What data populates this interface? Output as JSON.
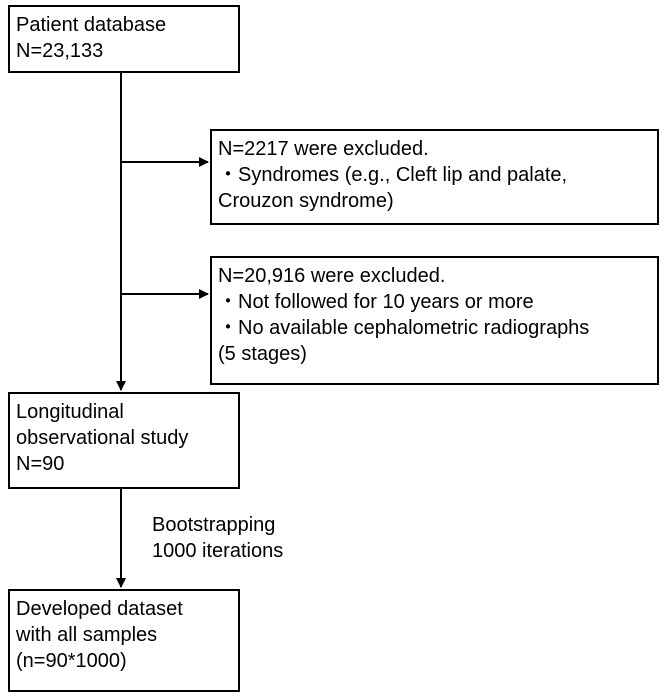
{
  "flowchart": {
    "patient_database": {
      "lines": [
        "Patient database",
        "N=23,133"
      ]
    },
    "exclusion_1": {
      "lines": [
        "N=2217 were excluded.",
        "・Syndromes (e.g., Cleft lip and palate,",
        "Crouzon syndrome)"
      ]
    },
    "exclusion_2": {
      "lines": [
        "N=20,916 were excluded.",
        "・Not followed for 10 years or more",
        "・No available cephalometric radiographs",
        "(5 stages)"
      ]
    },
    "longitudinal_study": {
      "lines": [
        "Longitudinal",
        "observational study",
        "N=90"
      ]
    },
    "bootstrapping": {
      "lines": [
        "Bootstrapping",
        "1000 iterations"
      ]
    },
    "developed_dataset": {
      "lines": [
        "Developed dataset",
        "with all samples",
        "(n=90*1000)"
      ]
    }
  },
  "colors": {
    "stroke": "#000000",
    "background": "#ffffff"
  }
}
